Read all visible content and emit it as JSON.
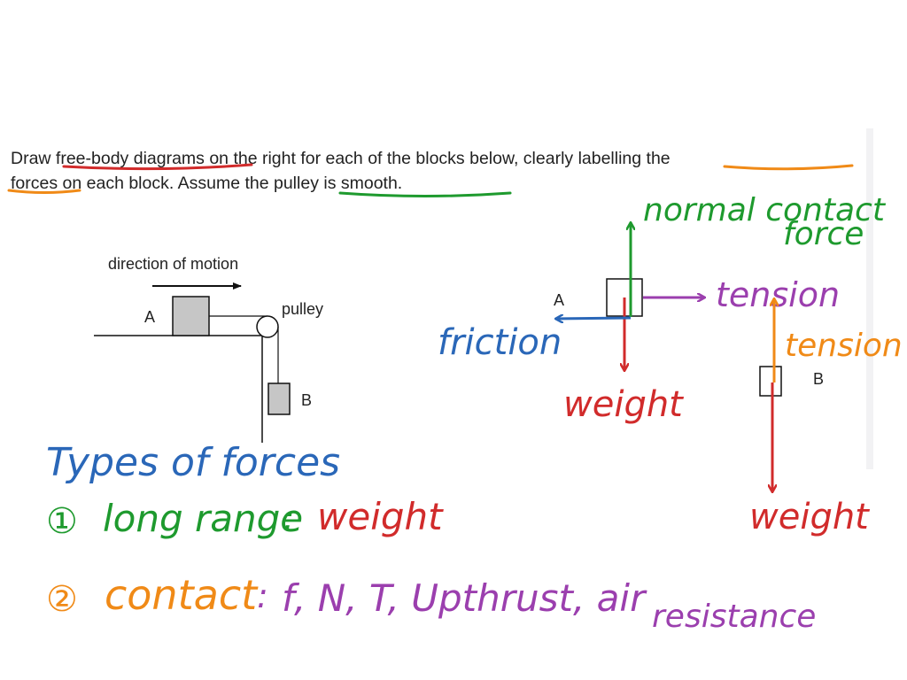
{
  "instructions": {
    "line1": "Draw free-body diagrams on the right for each of the blocks below, clearly labelling the",
    "line2": "forces on each block. Assume the pulley is smooth."
  },
  "figure": {
    "direction_label": "direction of motion",
    "block_a": "A",
    "block_b": "B",
    "pulley": "pulley"
  },
  "fbd": {
    "block_a": "A",
    "block_b": "B",
    "normal_line1": "normal contact",
    "normal_line2": "force",
    "tension_a": "tension",
    "friction": "friction",
    "weight_a": "weight",
    "tension_b": "tension",
    "weight_b": "weight"
  },
  "notes": {
    "heading": "Types of forces",
    "item1_marker": "①",
    "item1_label": "long range",
    "item1_colon": ":",
    "item1_value": "weight",
    "item2_marker": "②",
    "item2_label": "contact",
    "item2_colon": ":",
    "item2_value": "f, N, T, Upthrust, air",
    "item2_value_line2": "resistance"
  },
  "colors": {
    "green": "#1e9a2e",
    "red": "#d12b2b",
    "blue": "#2a67b8",
    "purple": "#9b3fae",
    "orange": "#f08a17",
    "block_fill": "#c6c6c6"
  }
}
